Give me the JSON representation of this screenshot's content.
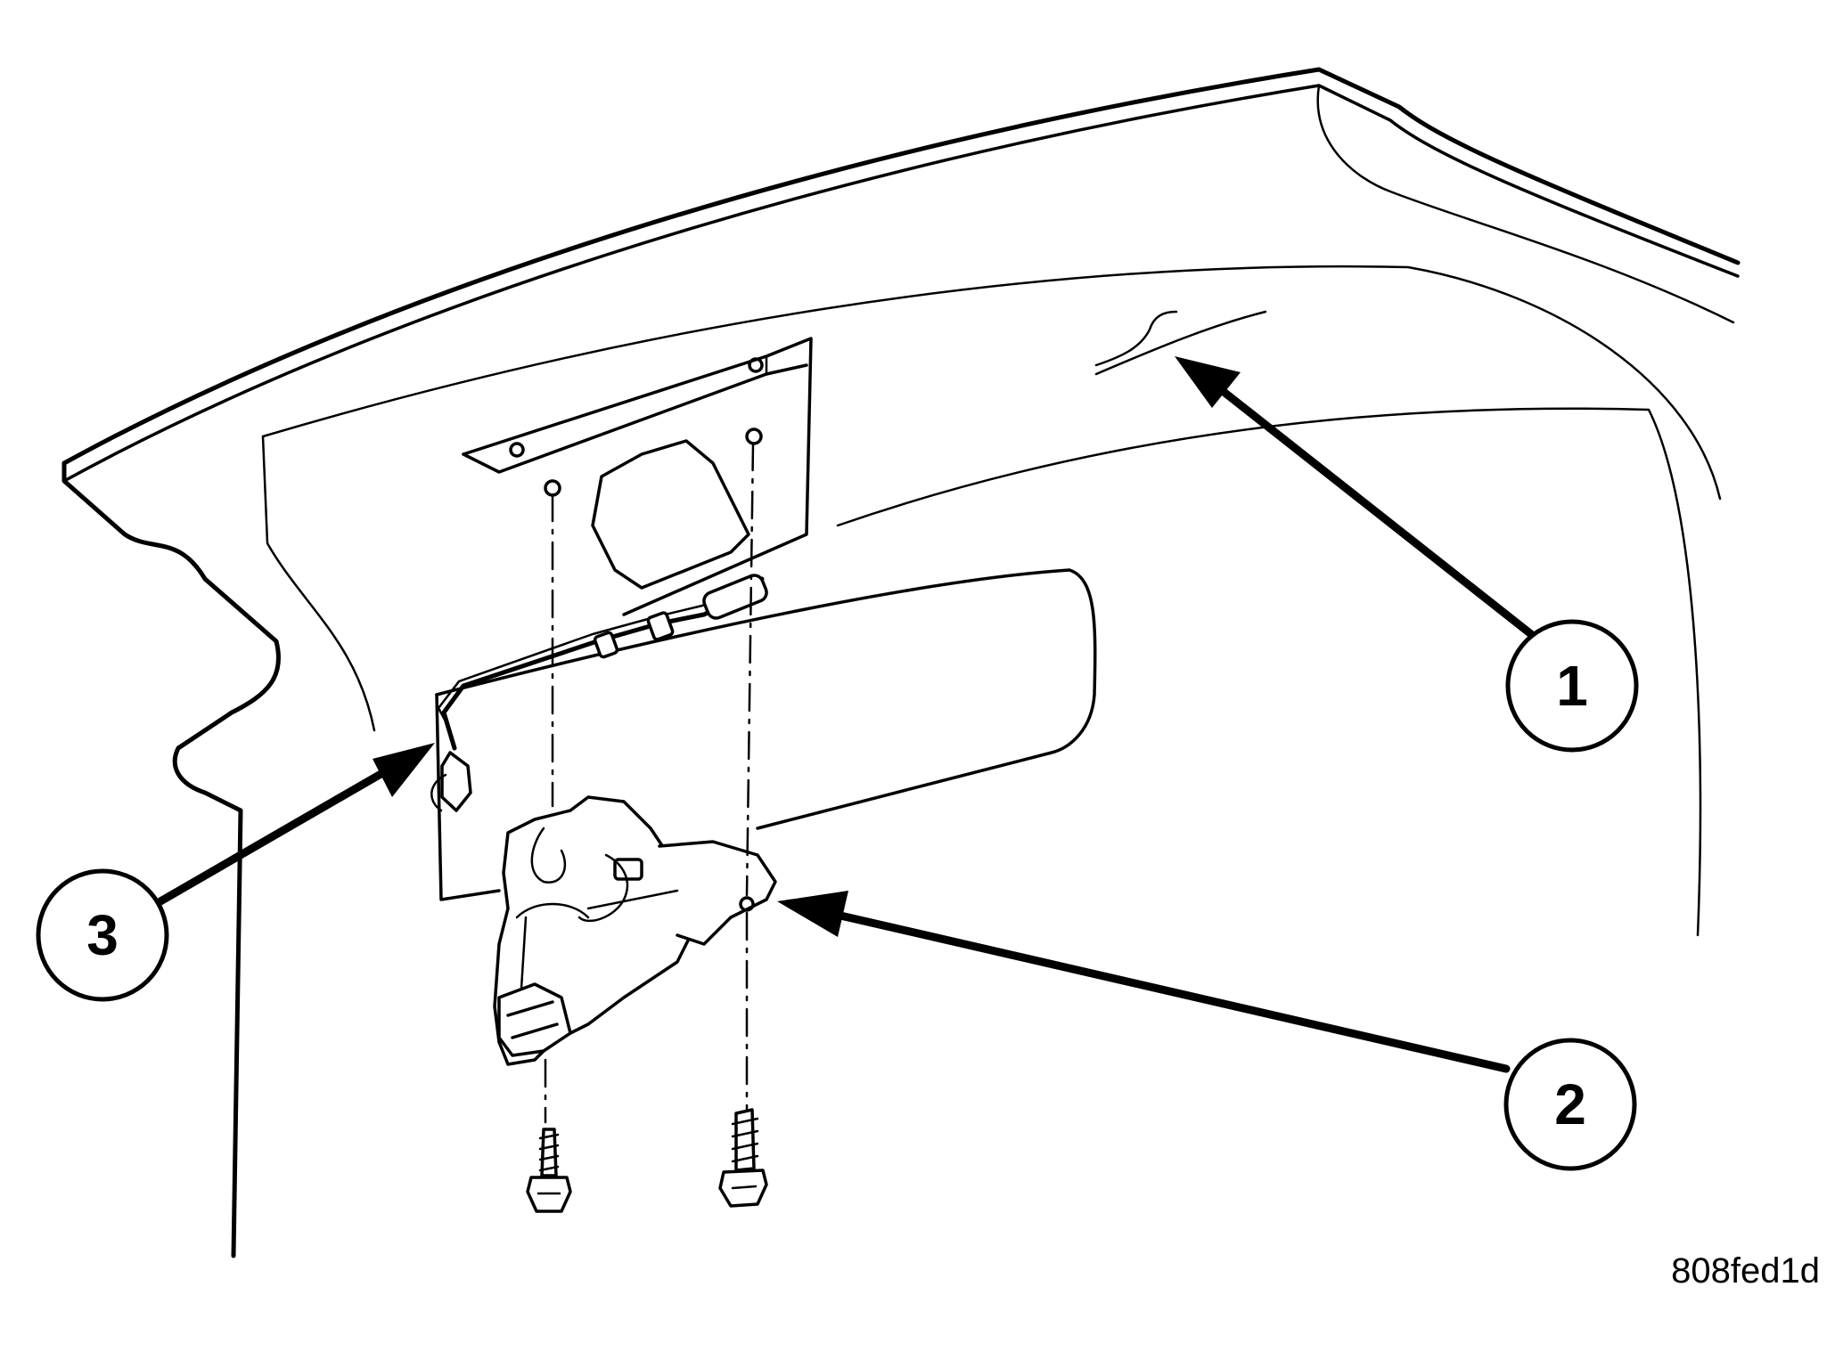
{
  "callouts": [
    {
      "label": "1"
    },
    {
      "label": "2"
    },
    {
      "label": "3"
    }
  ],
  "figure_id": "808fed1d",
  "colors": {
    "ink": "#000000",
    "paper": "#ffffff"
  }
}
